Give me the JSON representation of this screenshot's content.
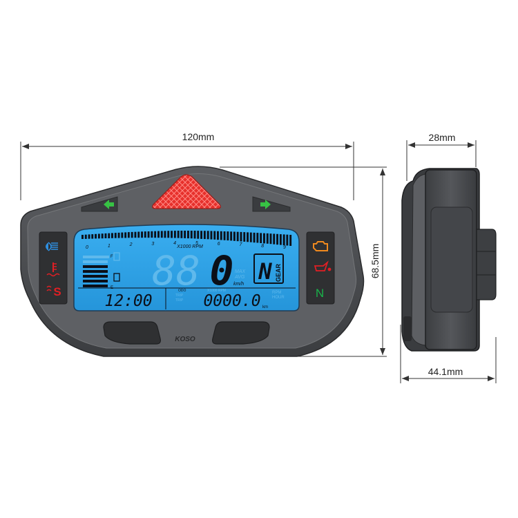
{
  "dimensions": {
    "width": "120mm",
    "height": "68.5mm",
    "depth": "28mm",
    "depth_total": "44.1mm"
  },
  "display": {
    "rpm_unit": "X1000 RPM",
    "rpm_ticks": [
      "0",
      "1",
      "2",
      "3",
      "4",
      "5",
      "6",
      "7",
      "8",
      "9"
    ],
    "speed_ghost": "88",
    "speed": "0",
    "speed_unit": "km/h",
    "max_label": "MAX",
    "avg_label": "AVG",
    "gear": "N",
    "gear_label": "GEAR",
    "fuel_full": "F",
    "fuel_empty": "E",
    "clock": "12:00",
    "odometer": "0000.0",
    "odo_unit": "km",
    "odo_prefix": "ODO",
    "rpm_hour_label1": "RPM",
    "rpm_hour_label2": "HOUR",
    "trip_labels": [
      "TRIP",
      "TRIP"
    ],
    "sub_rpm_label": "X1000 RPM"
  },
  "brand": "KOSO",
  "indicators": {
    "left": [
      "headlight-icon",
      "coolant-temp-icon",
      "s-warning-icon"
    ],
    "right": [
      "check-engine-icon",
      "oil-pressure-icon",
      "neutral-icon"
    ],
    "neutral_text": "N",
    "s_text": "S"
  },
  "colors": {
    "lcd": "#2ea3ea",
    "lcd_segment": "#0b0f18",
    "lcd_ghost": "#5fb9ec",
    "body": "#4a4c50",
    "bezel": "#6a6c70",
    "turn_signal": "#37c244",
    "warning_red": "#e11f24",
    "warning_orange": "#f08a1e",
    "neutral_green": "#19b34a"
  }
}
